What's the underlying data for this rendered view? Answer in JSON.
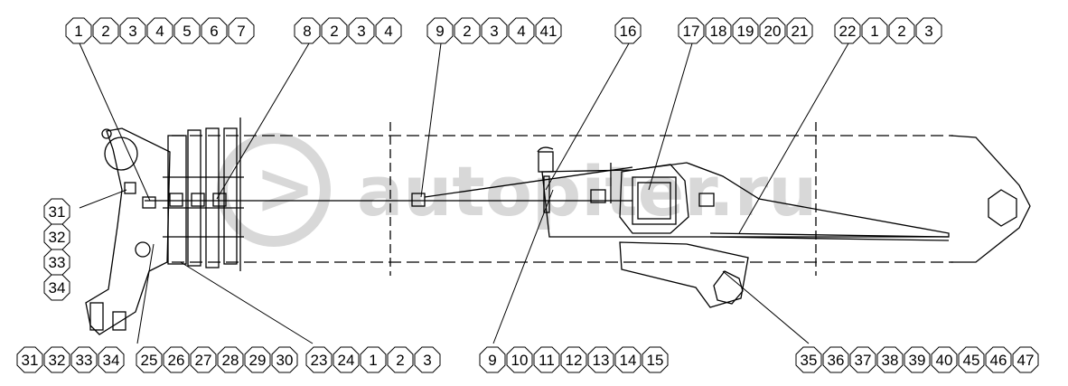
{
  "watermark": {
    "text": "autopiter.ru",
    "arrow": ">"
  },
  "callout_groups": [
    {
      "id": "g1",
      "numbers": [
        "1",
        "2",
        "3",
        "4",
        "5",
        "6",
        "7"
      ]
    },
    {
      "id": "g2",
      "numbers": [
        "8",
        "2",
        "3",
        "4"
      ]
    },
    {
      "id": "g3",
      "numbers": [
        "9",
        "2",
        "3",
        "4",
        "41"
      ]
    },
    {
      "id": "g4",
      "numbers": [
        "16"
      ]
    },
    {
      "id": "g5",
      "numbers": [
        "17",
        "18",
        "19",
        "20",
        "21"
      ]
    },
    {
      "id": "g6",
      "numbers": [
        "22",
        "1",
        "2",
        "3"
      ]
    },
    {
      "id": "g7",
      "numbers": [
        "31",
        "32",
        "33",
        "34"
      ]
    },
    {
      "id": "g8",
      "numbers": [
        "31",
        "32",
        "33",
        "34"
      ]
    },
    {
      "id": "g9",
      "numbers": [
        "25",
        "26",
        "27",
        "28",
        "29",
        "30"
      ]
    },
    {
      "id": "g10",
      "numbers": [
        "23",
        "24",
        "1",
        "2",
        "3"
      ]
    },
    {
      "id": "g11",
      "numbers": [
        "9",
        "10",
        "11",
        "12",
        "13",
        "14",
        "15"
      ]
    },
    {
      "id": "g12",
      "numbers": [
        "35",
        "36",
        "37",
        "38",
        "39",
        "40",
        "45",
        "46",
        "47"
      ]
    }
  ],
  "colors": {
    "line": "#000000",
    "watermark": "#d8d8d8",
    "background": "#ffffff"
  }
}
